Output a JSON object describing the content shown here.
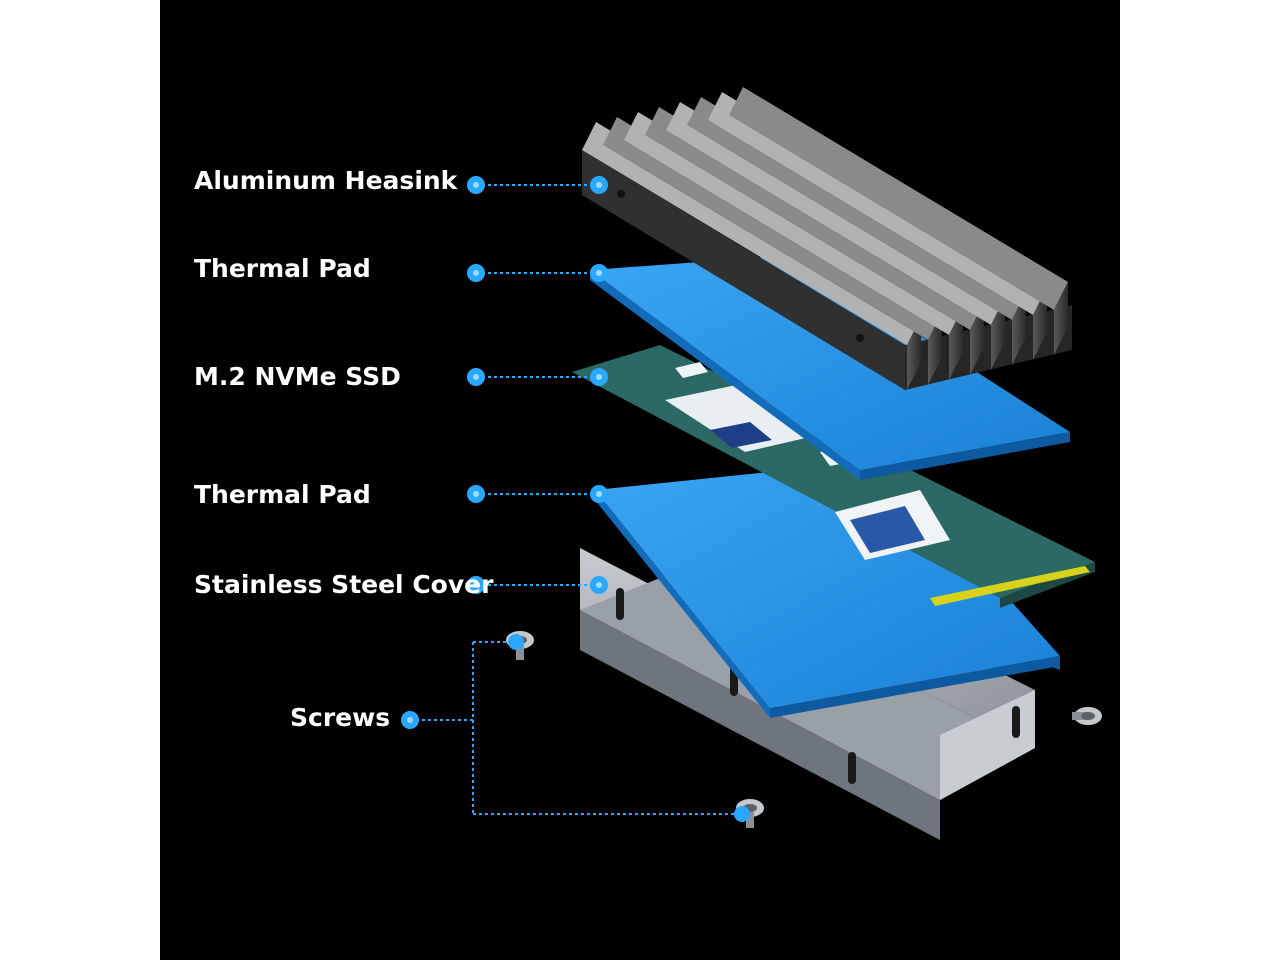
{
  "labels": {
    "heatsink": "Aluminum Heasink",
    "thermal_pad_top": "Thermal Pad",
    "ssd": "M.2 NVMe SSD",
    "thermal_pad_bottom": "Thermal Pad",
    "cover": "Stainless Steel Cover",
    "screws": "Screws"
  },
  "colors": {
    "background": "#000000",
    "leader": "#2aa8ff",
    "thermal_pad": "#1e8be0",
    "pcb": "#2f6f6a",
    "heatsink": "#3a3a3a",
    "steel": "#b9bec4",
    "gold_contacts": "#d9d21a"
  }
}
